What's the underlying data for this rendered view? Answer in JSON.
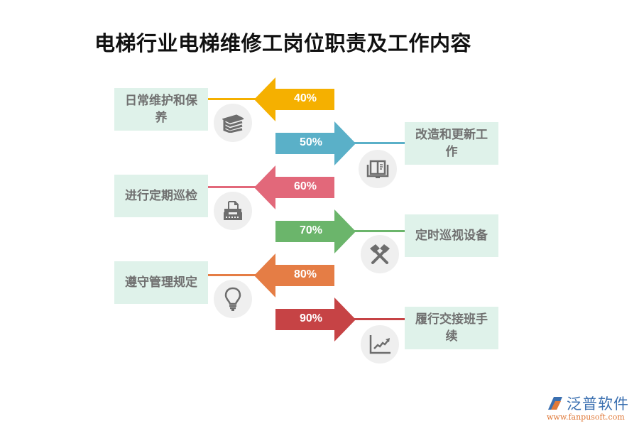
{
  "title": "电梯行业电梯维修工岗位职责及工作内容",
  "items": [
    {
      "label": "日常维护和保养",
      "percent": "40%",
      "side": "left",
      "color": "#f5b000",
      "icon": "books-icon"
    },
    {
      "label": "改造和更新工作",
      "percent": "50%",
      "side": "right",
      "color": "#5ab0c8",
      "icon": "open-book-icon"
    },
    {
      "label": "进行定期巡检",
      "percent": "60%",
      "side": "left",
      "color": "#e2687a",
      "icon": "typewriter-icon"
    },
    {
      "label": "定时巡视设备",
      "percent": "70%",
      "side": "right",
      "color": "#6bb56b",
      "icon": "crossed-hammers-icon"
    },
    {
      "label": "遵守管理规定",
      "percent": "80%",
      "side": "left",
      "color": "#e57d45",
      "icon": "lightbulb-icon"
    },
    {
      "label": "履行交接班手续",
      "percent": "90%",
      "side": "right",
      "color": "#c64345",
      "icon": "line-chart-icon"
    }
  ],
  "logo": {
    "name": "泛普软件",
    "url": "www.fanpusoft.com"
  }
}
